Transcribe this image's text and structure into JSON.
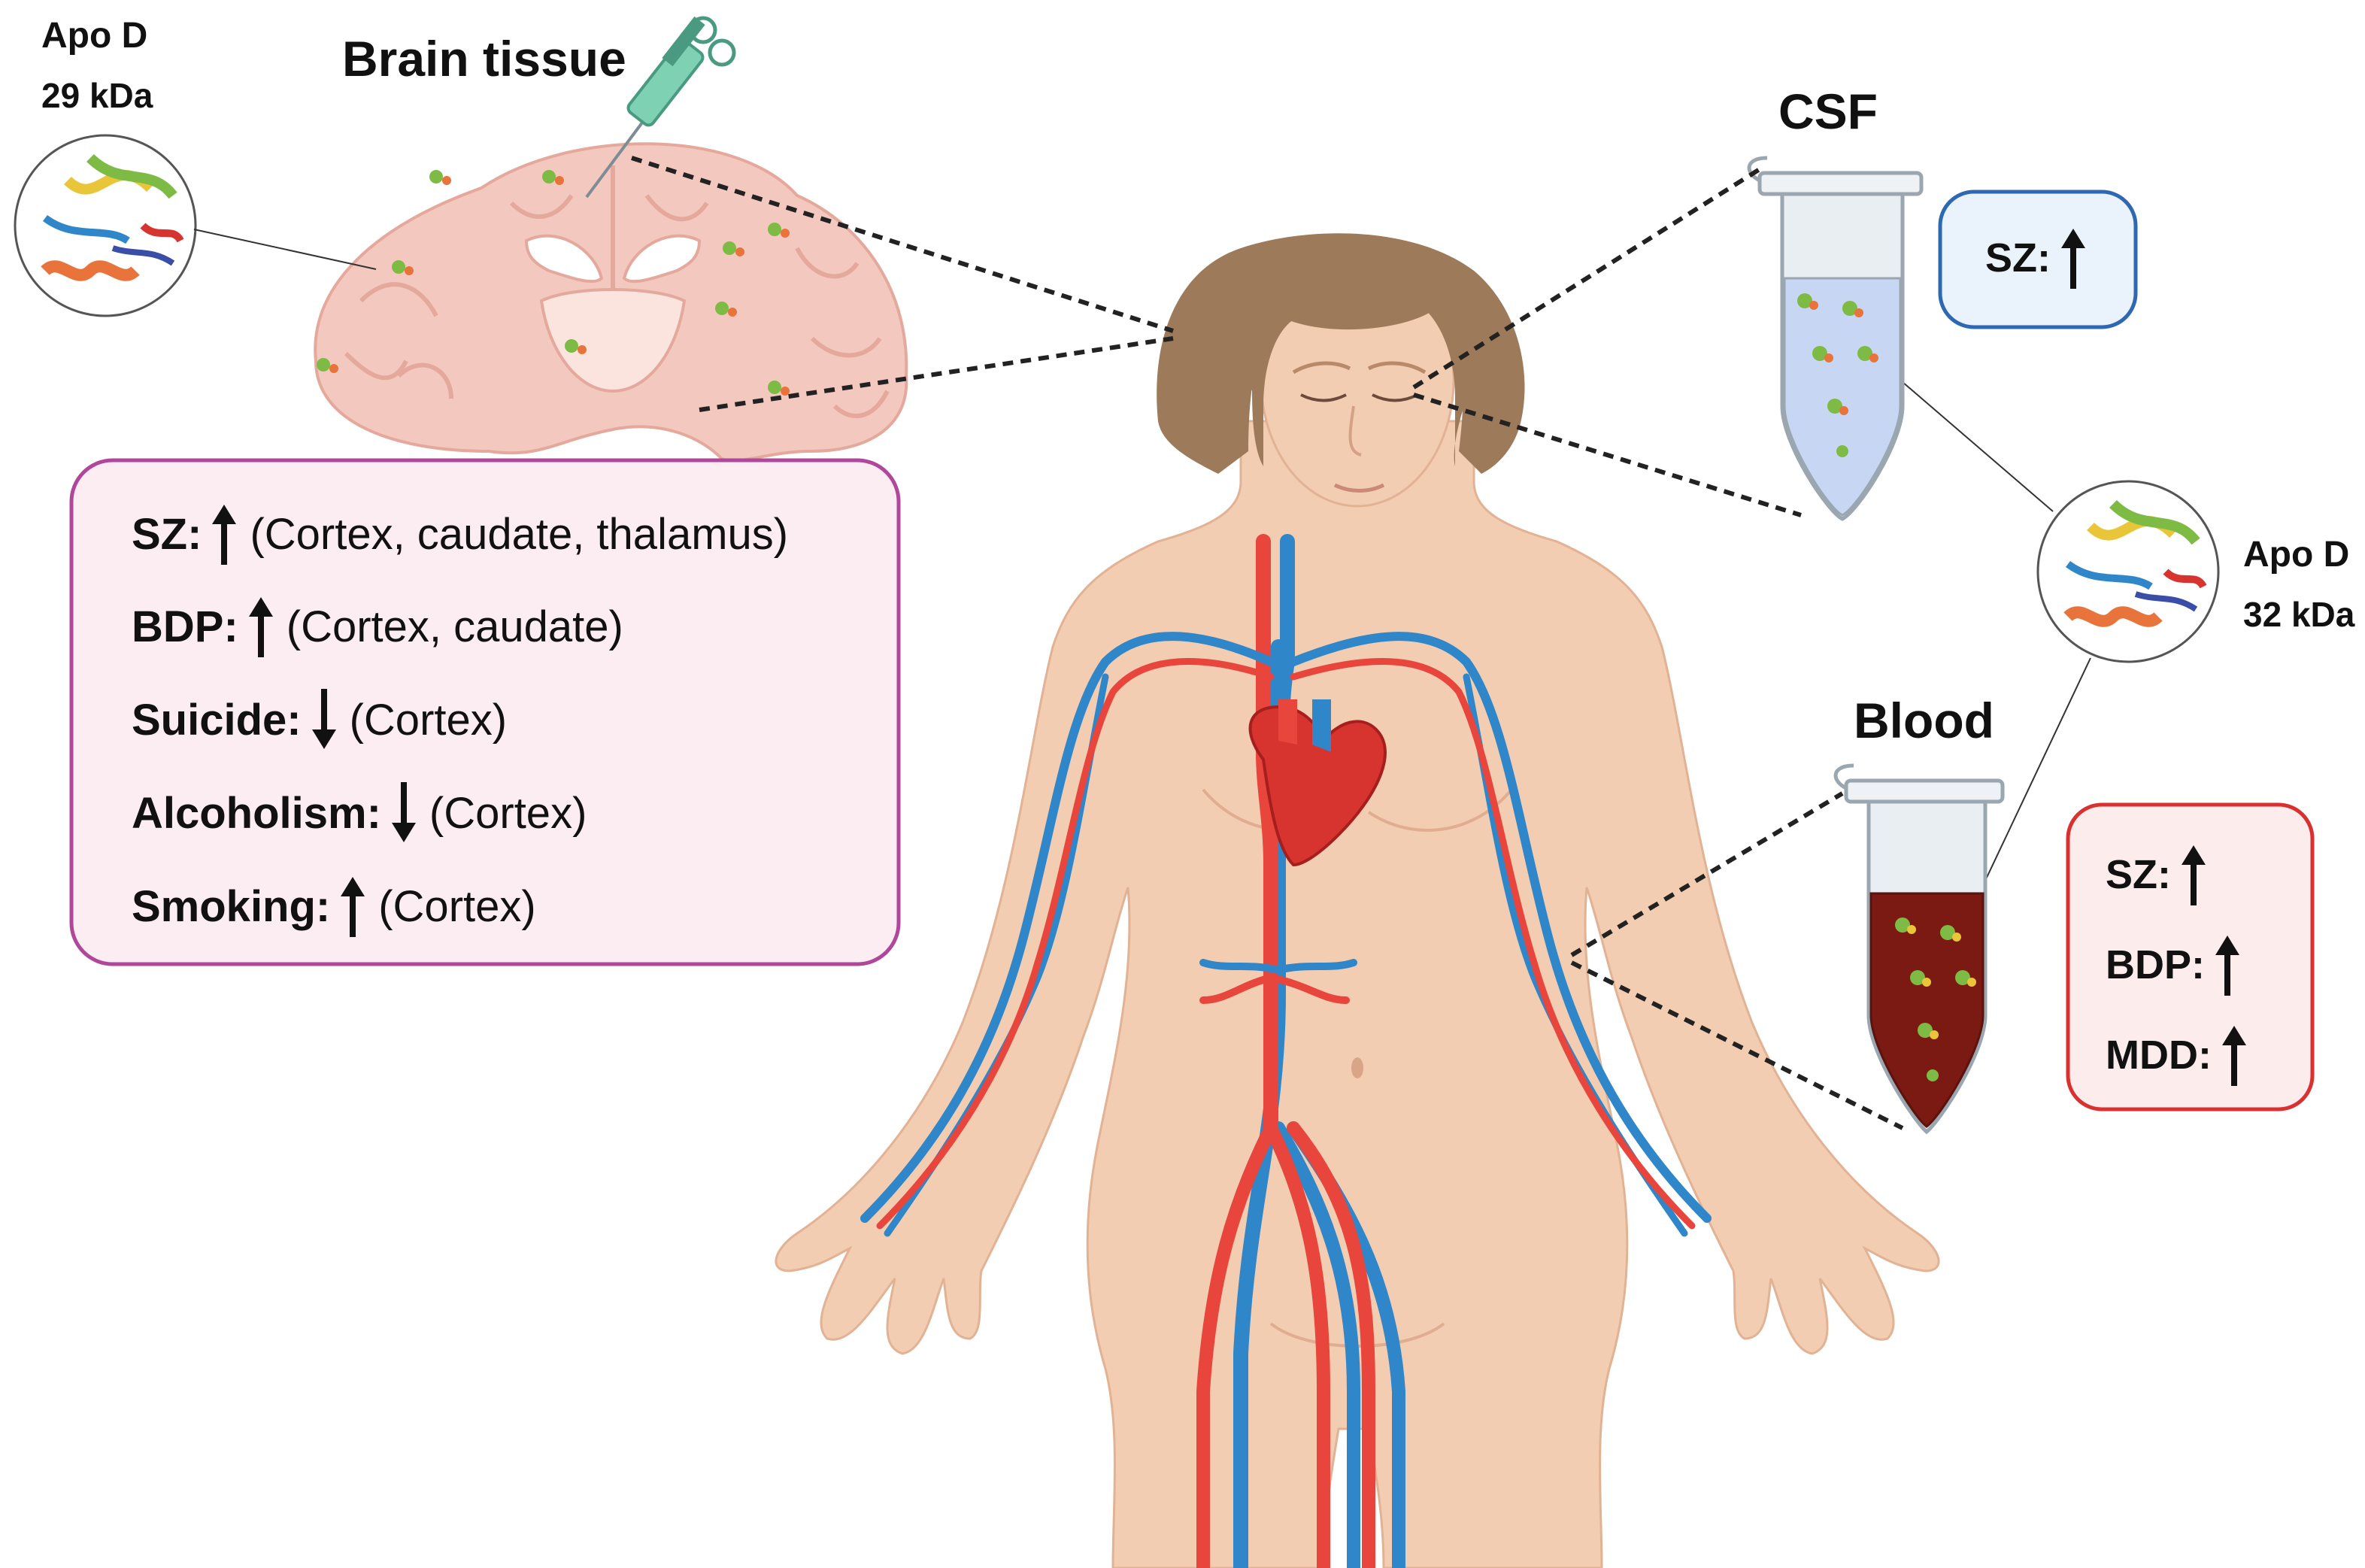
{
  "labels": {
    "brain_tissue": "Brain tissue",
    "csf": "CSF",
    "blood": "Blood",
    "apod_left_name": "Apo D",
    "apod_left_mass": "29 kDa",
    "apod_right_name": "Apo D",
    "apod_right_mass": "32 kDa"
  },
  "brain_box": {
    "rows": [
      {
        "label": "SZ:",
        "arrow": "up",
        "detail": "(Cortex, caudate, thalamus)"
      },
      {
        "label": "BDP:",
        "arrow": "up",
        "detail": "(Cortex, caudate)"
      },
      {
        "label": "Suicide:",
        "arrow": "down",
        "detail": "(Cortex)"
      },
      {
        "label": "Alcoholism:",
        "arrow": "down",
        "detail": "(Cortex)"
      },
      {
        "label": "Smoking:",
        "arrow": "up",
        "detail": "(Cortex)"
      }
    ]
  },
  "csf_box": {
    "rows": [
      {
        "label": "SZ:",
        "arrow": "up"
      }
    ]
  },
  "blood_box": {
    "rows": [
      {
        "label": "SZ:",
        "arrow": "up"
      },
      {
        "label": "BDP:",
        "arrow": "up"
      },
      {
        "label": "MDD:",
        "arrow": "up"
      }
    ]
  },
  "colors": {
    "skin": "#f2cdb2",
    "hair": "#9c7a5a",
    "vein": "#2f86c8",
    "artery": "#e8453c",
    "heart": "#d8342f",
    "brain": "#f3c9bf",
    "brain_box_border": "#b0479b",
    "brain_box_fill": "#fcedf3",
    "csf_box_border": "#2f68b2",
    "csf_box_fill": "#eaf2fc",
    "blood_box_border": "#d8312f",
    "blood_box_fill": "#fcecec",
    "blood_fill": "#7a1a12",
    "csf_fill": "#c7d6f3"
  },
  "icons": [
    "syringe-icon",
    "brain-icon",
    "protein-structure-icon",
    "tube-icon",
    "human-body-icon",
    "heart-icon",
    "arrow-up-icon",
    "arrow-down-icon"
  ]
}
